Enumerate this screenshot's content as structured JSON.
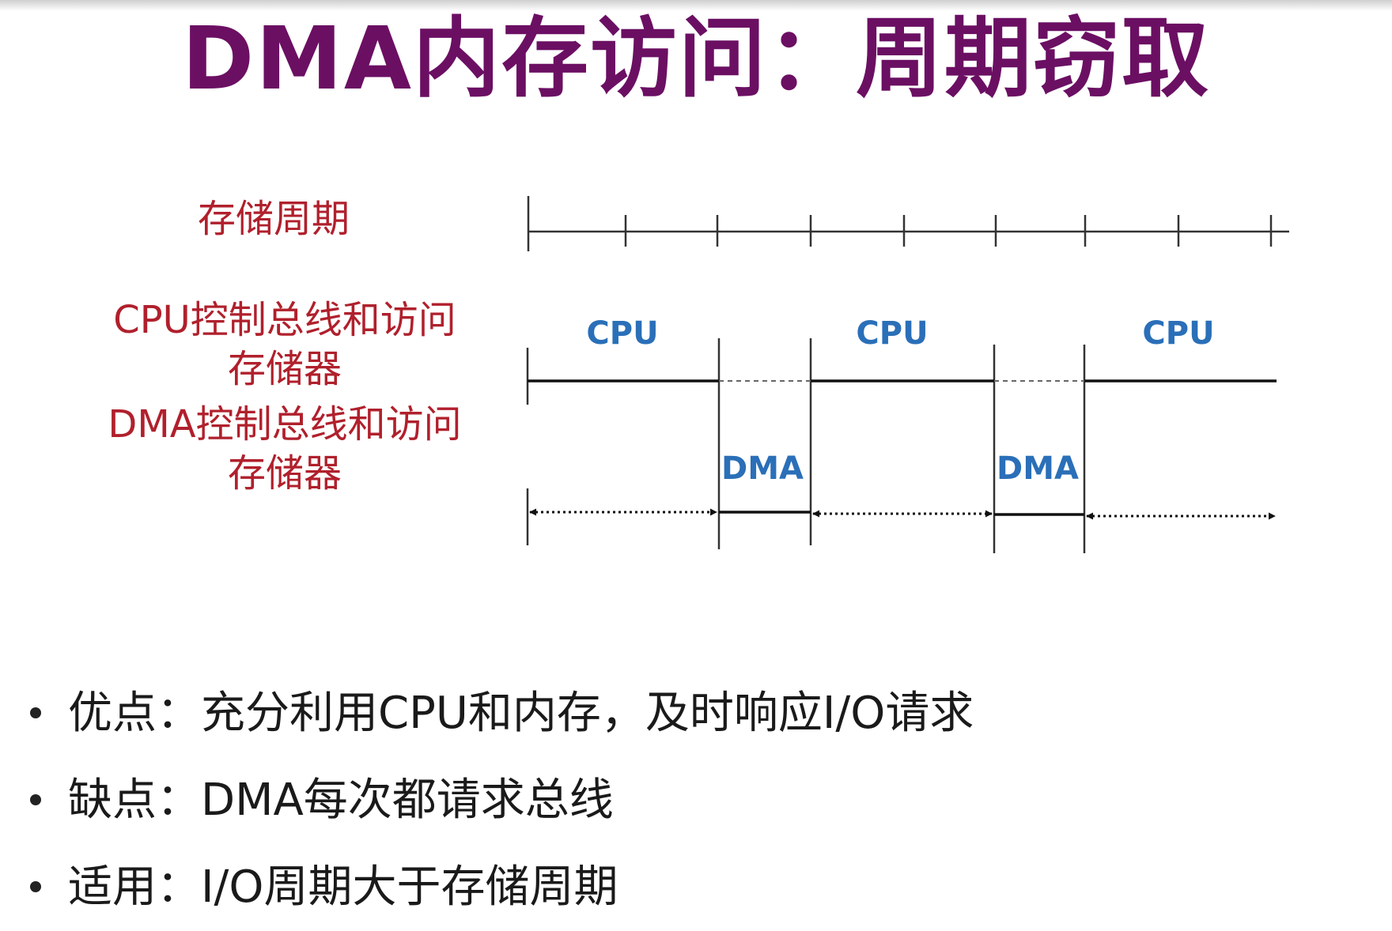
{
  "title": "DMA内存访问：周期窃取",
  "rows": {
    "memory_cycle": "存储周期",
    "cpu_line1": "CPU控制总线和访问",
    "cpu_line2": "存储器",
    "dma_line1": "DMA控制总线和访问",
    "dma_line2": "存储器"
  },
  "segments": {
    "cpu_1": "CPU",
    "cpu_2": "CPU",
    "cpu_3": "CPU",
    "dma_1": "DMA",
    "dma_2": "DMA"
  },
  "bullets": [
    {
      "text": "优点：充分利用CPU和内存，及时响应I/O请求"
    },
    {
      "text": "缺点：DMA每次都请求总线"
    },
    {
      "text": "适用：I/O周期大于存储周期"
    }
  ],
  "colors": {
    "title": "#6b0f63",
    "row_label": "#b0202c",
    "segment_label": "#2a6fb8"
  }
}
